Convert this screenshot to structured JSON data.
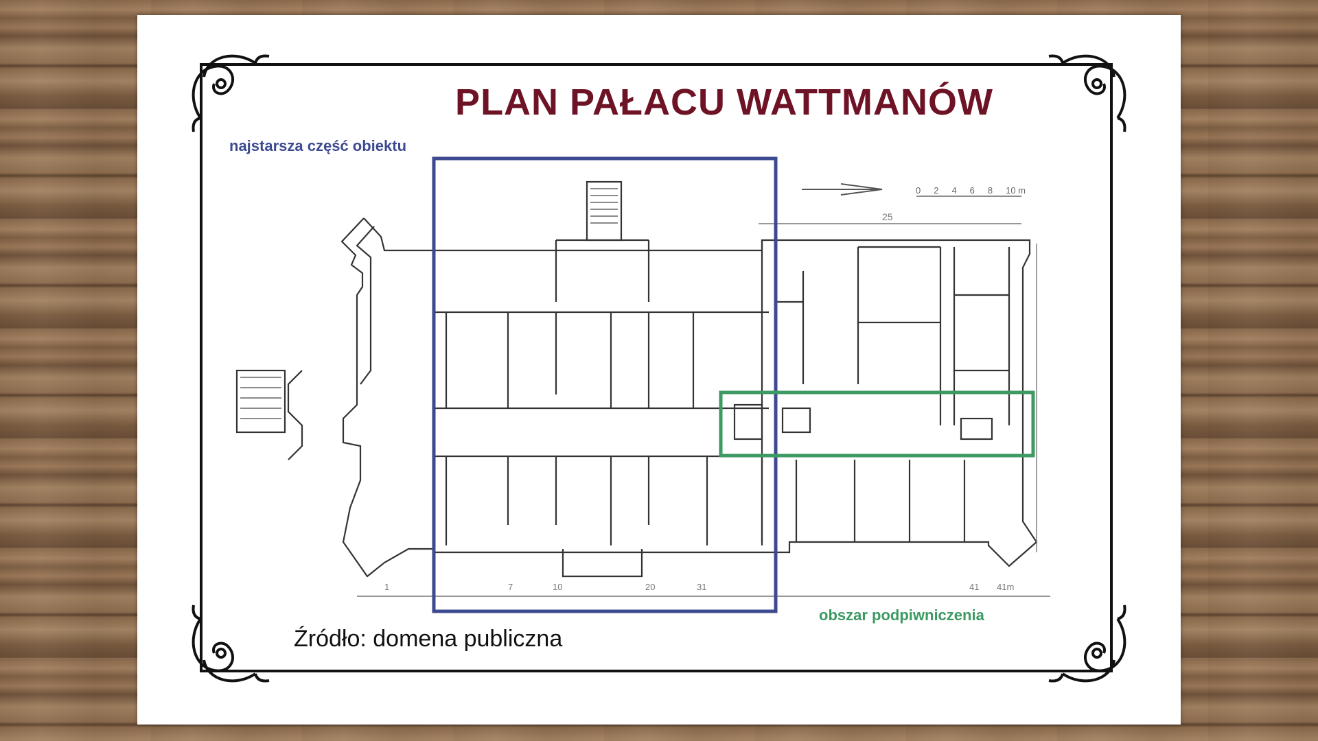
{
  "slide": {
    "title": "PLAN PAŁACU WATTMANÓW",
    "labels": {
      "oldest_part": "najstarsza część obiektu",
      "basement_area": "obszar podpiwniczenia"
    },
    "source": "Źródło: domena publiczna",
    "scale_bar": {
      "ticks": [
        "0",
        "2",
        "4",
        "6",
        "8",
        "10 m"
      ]
    },
    "dimension_top": "25",
    "axis_marks": [
      "1",
      "7",
      "10",
      "20",
      "31",
      "41",
      "41m"
    ]
  },
  "colors": {
    "title": "#6e1225",
    "oldest_part": "#3d4a8f",
    "basement_area": "#3c9a62",
    "frame": "#111111",
    "card": "#ffffff"
  },
  "icons": [
    "ornament-corner-icon",
    "north-arrow-icon",
    "staircase-icon"
  ]
}
